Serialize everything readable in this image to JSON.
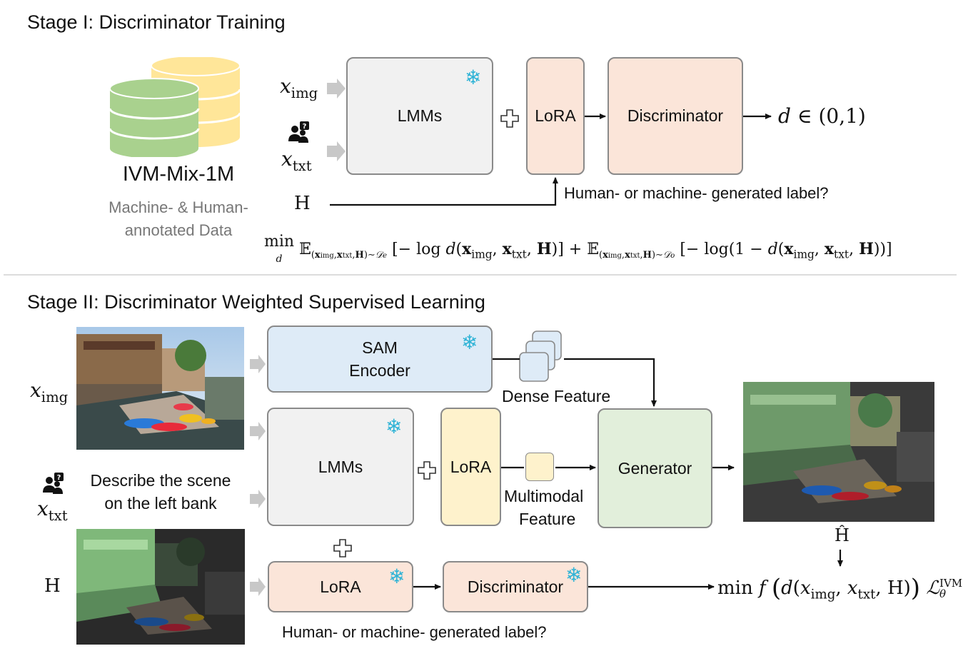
{
  "stage1": {
    "title": "Stage I: Discriminator Training",
    "dataset_name": "IVM-Mix-1M",
    "dataset_desc_line1": "Machine- & Human-",
    "dataset_desc_line2": "annotated Data",
    "lmm_label": "LMMs",
    "lora_label": "LoRA",
    "discriminator_label": "Discriminator",
    "output_label": "d ∈ (0,1)",
    "h_label": "H",
    "question": "Human- or machine- generated label?",
    "objective": "min 𝔼(x_img, x_txt, H)∼𝒟e [− log d(x_img, x_txt, H)] + 𝔼(x_img, x_txt, H)∼𝒟o [− log(1 − d(x_img, x_txt, H))]"
  },
  "stage2": {
    "title": "Stage II: Discriminator Weighted Supervised Learning",
    "sam_line1": "SAM",
    "sam_line2": "Encoder",
    "dense_feature": "Dense Feature",
    "lmm_label": "LMMs",
    "lora_label": "LoRA",
    "multimodal_line1": "Multimodal",
    "multimodal_line2": "Feature",
    "generator_label": "Generator",
    "lora_bottom_label": "LoRA",
    "discriminator_label": "Discriminator",
    "question": "Human- or machine- generated label?",
    "text_prompt_line1": "Describe the scene",
    "text_prompt_line2": "on the left bank",
    "h_label": "H",
    "h_hat_label": "Ĥ",
    "objective": "min f ( d(x_img, x_txt, H) ) ℒθIVM"
  },
  "inputs": {
    "x_img": "x img",
    "x_txt": "x txt"
  },
  "colors": {
    "gray_box": "#f1f1f1",
    "peach_box": "#fbe5d9",
    "yellow_box": "#fef2cc",
    "blue_box": "#deebf7",
    "green_box": "#e2efdb",
    "snowflake": "#2fb3d6",
    "db_green": "#a9d18e",
    "db_yellow": "#ffe699"
  }
}
